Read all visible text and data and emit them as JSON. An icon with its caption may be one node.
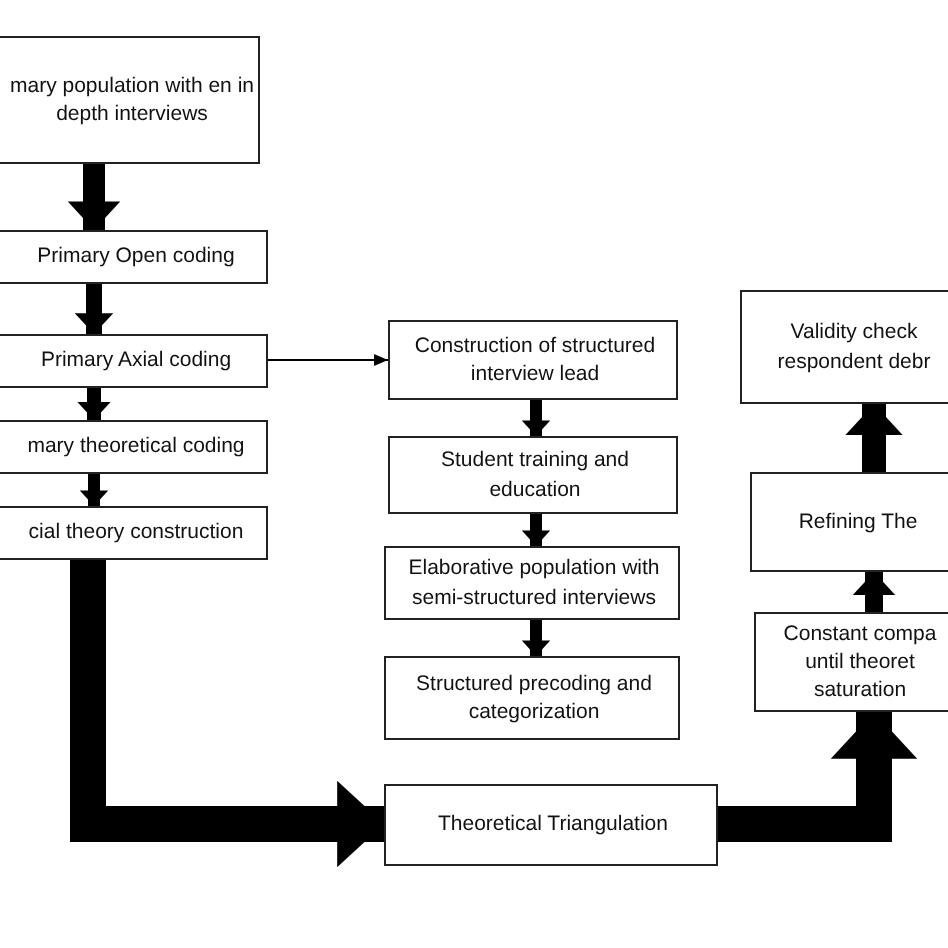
{
  "diagram": {
    "nodes": [
      {
        "text": [
          "mary population with en in depth interviews"
        ]
      },
      {
        "text": [
          "Primary Open coding"
        ]
      },
      {
        "text": [
          "Primary Axial coding"
        ]
      },
      {
        "text": [
          "mary theoretical coding"
        ]
      },
      {
        "text": [
          "cial theory construction"
        ]
      },
      {
        "text": [
          "Construction of structured interview lead"
        ]
      },
      {
        "text": [
          "Student training and education"
        ]
      },
      {
        "text": [
          "Elaborative population with semi-structured interviews"
        ]
      },
      {
        "text": [
          "Structured precoding and categorization"
        ]
      },
      {
        "text": [
          "Theoretical Triangulation"
        ]
      },
      {
        "text": [
          "Validity check respondent debr"
        ]
      },
      {
        "text": [
          "Refining The"
        ]
      },
      {
        "text": [
          "Constant compa until theoret saturation"
        ]
      }
    ],
    "edges": [
      {
        "from": 0,
        "to": 1,
        "arrow": "to"
      },
      {
        "from": 1,
        "to": 2,
        "arrow": "to"
      },
      {
        "from": 2,
        "to": 3,
        "arrow": "to"
      },
      {
        "from": 3,
        "to": 4,
        "arrow": "to"
      },
      {
        "from": 2,
        "to": 5,
        "arrow": "to"
      },
      {
        "from": 5,
        "to": 6,
        "arrow": "to"
      },
      {
        "from": 6,
        "to": 7,
        "arrow": "to"
      },
      {
        "from": 7,
        "to": 8,
        "arrow": "to"
      },
      {
        "from": 4,
        "to": 9,
        "arrow": "to",
        "style": "thick"
      },
      {
        "from": 9,
        "to": 12,
        "arrow": "to",
        "style": "thick"
      },
      {
        "from": 12,
        "to": 11,
        "arrow": "to"
      },
      {
        "from": 11,
        "to": 10,
        "arrow": "to"
      }
    ]
  }
}
